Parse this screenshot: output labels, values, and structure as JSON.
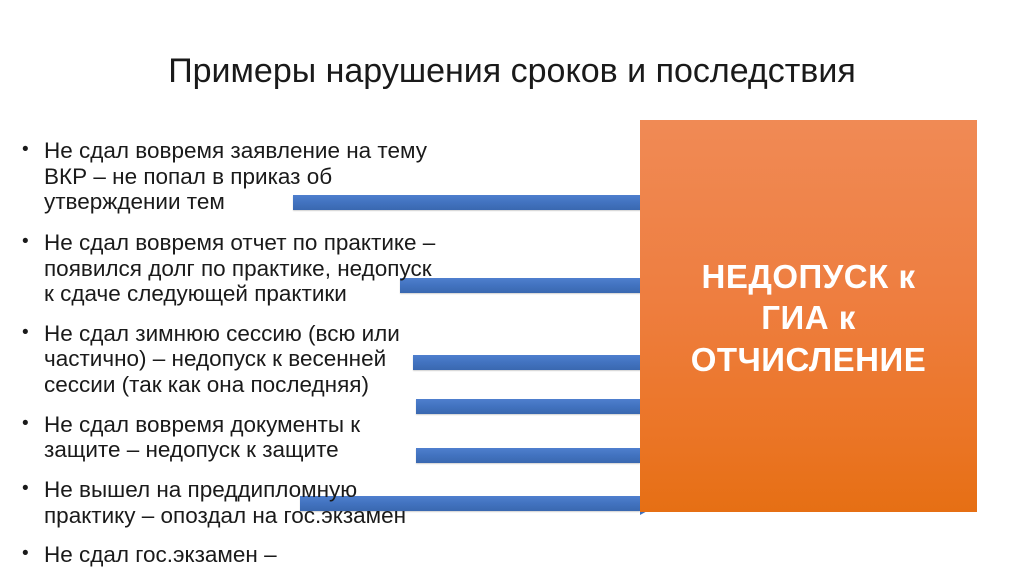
{
  "slide": {
    "title": "Примеры нарушения сроков и последствия",
    "background_color": "#ffffff"
  },
  "outcome_box": {
    "fill_top_color": "#f08a55",
    "fill_bottom_color": "#e66f14",
    "text_color": "#ffffff",
    "lines": [
      "НЕДОПУСК к",
      "ГИА к",
      "ОТЧИСЛЕНИЕ"
    ]
  },
  "bullets": [
    {
      "marker": "•",
      "text": "Не сдал вовремя заявление на тему\nВКР – не попал в приказ об\nутверждении тем"
    },
    {
      "marker": "•",
      "text": "Не сдал вовремя отчет по практике –\nпоявился долг по практике, недопуск\nк сдаче следующей практики"
    },
    {
      "marker": "•",
      "text": "Не сдал зимнюю сессию (всю или\nчастично) – недопуск к весенней\nсессии (так как она последняя)"
    },
    {
      "marker": "•",
      "text": "Не сдал вовремя документы к\nзащите – недопуск к защите"
    },
    {
      "marker": "•",
      "text": "Не вышел на преддипломную\nпрактику – опоздал на гос.экзамен"
    },
    {
      "marker": "•",
      "text": "Не сдал гос.экзамен –"
    }
  ],
  "arrows": {
    "color": "#4273c0",
    "items": [
      {
        "name": "arrow-bullet-1"
      },
      {
        "name": "arrow-bullet-2"
      },
      {
        "name": "arrow-bullet-3"
      },
      {
        "name": "arrow-bullet-4"
      },
      {
        "name": "arrow-bullet-5"
      },
      {
        "name": "arrow-bullet-6"
      }
    ]
  }
}
